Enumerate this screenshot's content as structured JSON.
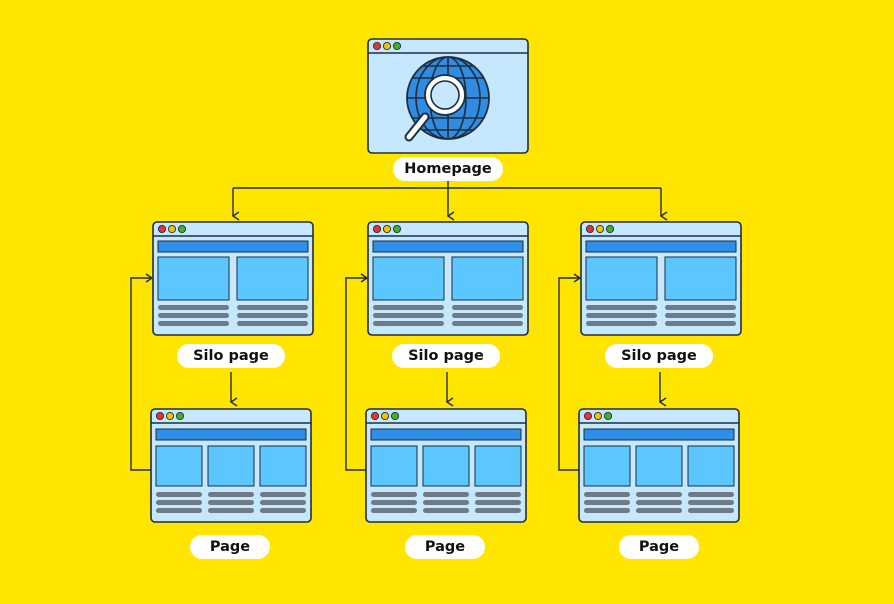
{
  "diagram": {
    "homepage": {
      "label": "Homepage",
      "icon": "globe-search-icon"
    },
    "silos": [
      {
        "silo_label": "Silo page",
        "page_label": "Page"
      },
      {
        "silo_label": "Silo page",
        "page_label": "Page"
      },
      {
        "silo_label": "Silo page",
        "page_label": "Page"
      }
    ]
  },
  "colors": {
    "background": "#FFE500",
    "window_fill": "#C5E8FF",
    "window_border": "#1F2D3D",
    "header_bar": "#2D8FE6",
    "content_block": "#5CC6FF",
    "text_line": "#6E7B87",
    "dot_red": "#E8332F",
    "dot_yellow": "#F2C200",
    "dot_green": "#43B02A",
    "globe": "#2F8CE0"
  }
}
